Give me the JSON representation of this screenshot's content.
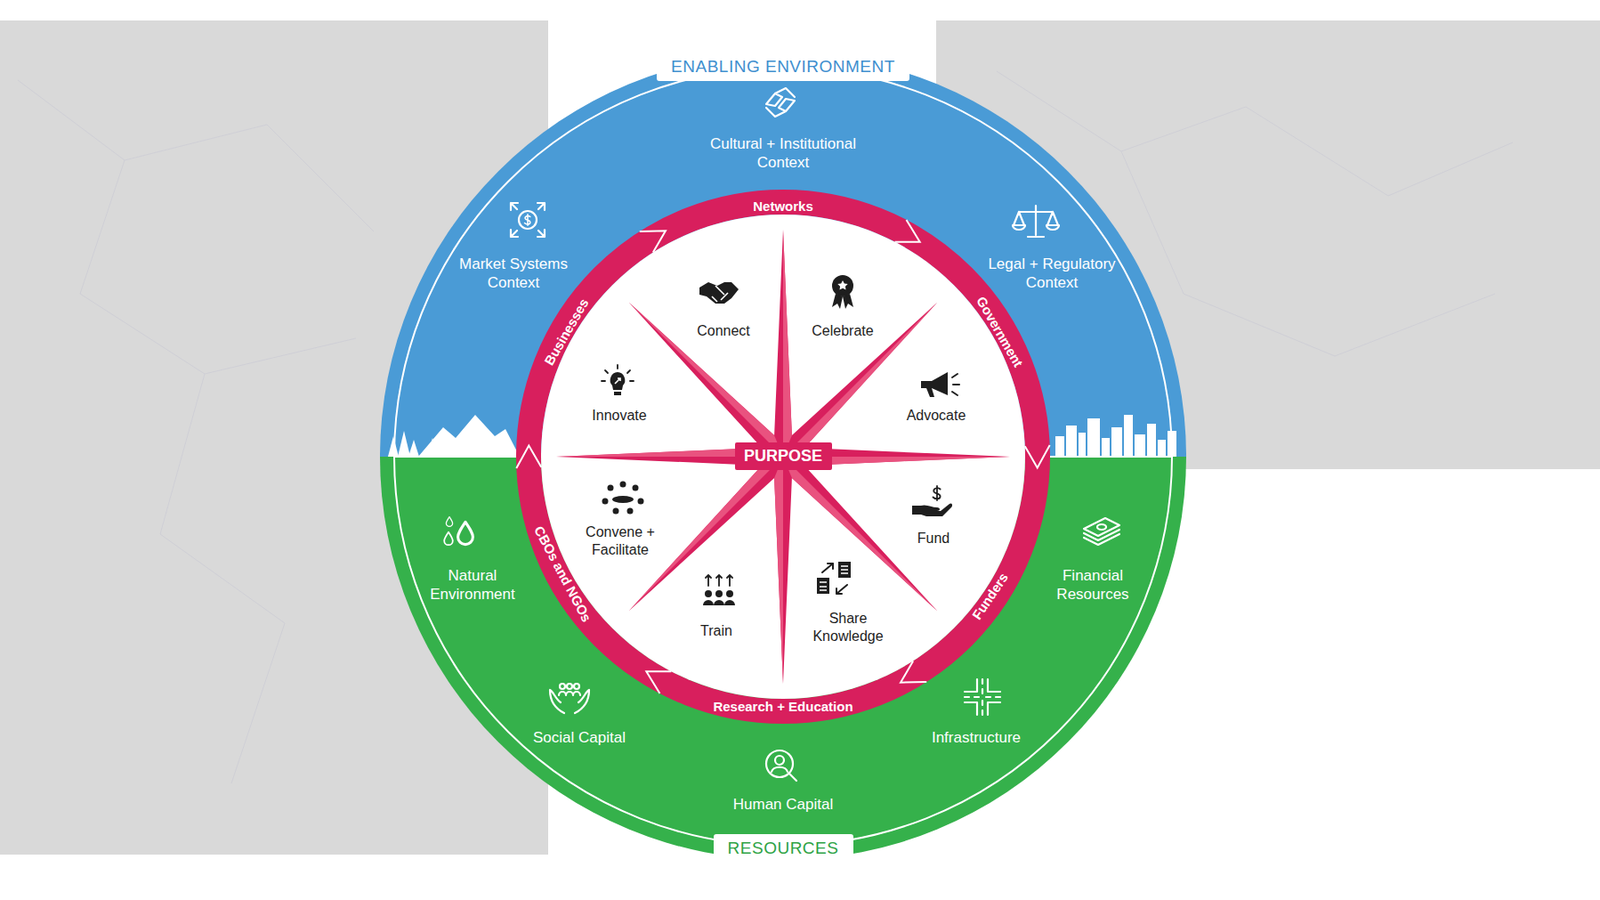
{
  "diagram": {
    "nodes": [
      {
        "text": [
          "ENABLING ENVIRONMENT"
        ]
      },
      {
        "text": [
          "PURPOSE"
        ]
      },
      {
        "text": [
          "RESOURCES"
        ]
      }
    ],
    "labels": [
      "Cultural + Institutional Context",
      "Market Systems Context",
      "Legal + Regulatory Context",
      "Networks",
      "Businesses",
      "Government",
      "Connect",
      "Celebrate",
      "Innovate",
      "Advocate",
      "Convene + Facilitate",
      "Fund",
      "Train",
      "Share Knowledge",
      "CBOs and NGOs",
      "Funders",
      "Research + Education",
      "Natural Environment",
      "Financial Resources",
      "Social Capital",
      "Infrastructure",
      "Human Capital"
    ]
  }
}
